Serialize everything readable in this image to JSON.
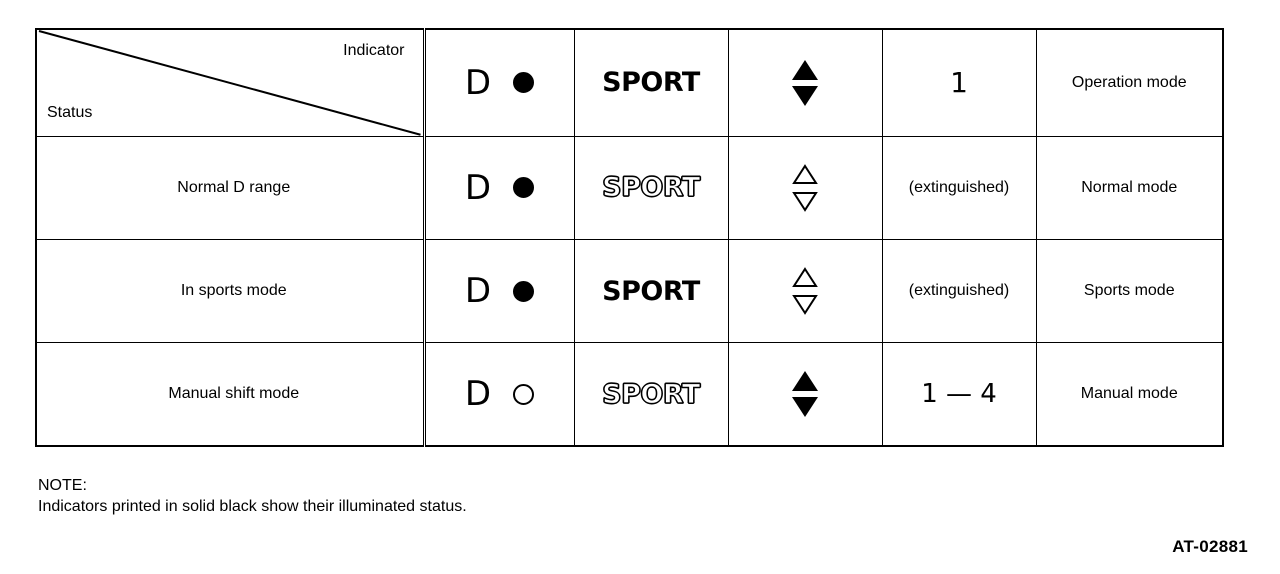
{
  "figure": {
    "id_label": "AT-02881"
  },
  "table": {
    "corner": {
      "indicator_label": "Indicator",
      "status_label": "Status"
    },
    "columns": [
      {
        "key": "status",
        "header": "Status"
      },
      {
        "key": "d_lamp",
        "header": "D ●"
      },
      {
        "key": "sport",
        "header": "SPORT"
      },
      {
        "key": "arrows",
        "header": "▲▼"
      },
      {
        "key": "gear",
        "header": "1"
      },
      {
        "key": "mode",
        "header": "Operation mode"
      }
    ],
    "header_row": {
      "d_letter": "D",
      "d_lamp_state": "filled",
      "sport_text": "SPORT",
      "sport_state": "filled",
      "arrow_state": "filled",
      "gear_text": "1",
      "mode_text": "Operation mode"
    },
    "rows": [
      {
        "status": "Normal D range",
        "d_letter": "D",
        "d_lamp_state": "filled",
        "sport_text": "SPORT",
        "sport_state": "hollow",
        "arrow_state": "hollow",
        "gear_text": "(extinguished)",
        "gear_style": "text",
        "mode": "Normal mode"
      },
      {
        "status": "In sports mode",
        "d_letter": "D",
        "d_lamp_state": "filled",
        "sport_text": "SPORT",
        "sport_state": "filled",
        "arrow_state": "hollow",
        "gear_text": "(extinguished)",
        "gear_style": "text",
        "mode": "Sports mode"
      },
      {
        "status": "Manual shift mode",
        "d_letter": "D",
        "d_lamp_state": "hollow",
        "sport_text": "SPORT",
        "sport_state": "hollow",
        "arrow_state": "filled",
        "gear_text": "1 — 4",
        "gear_style": "number",
        "mode": "Manual mode"
      }
    ]
  },
  "note": {
    "title": "NOTE:",
    "body": "Indicators printed in solid black show their illuminated status."
  },
  "colors": {
    "ink": "#000000",
    "paper": "#ffffff"
  }
}
